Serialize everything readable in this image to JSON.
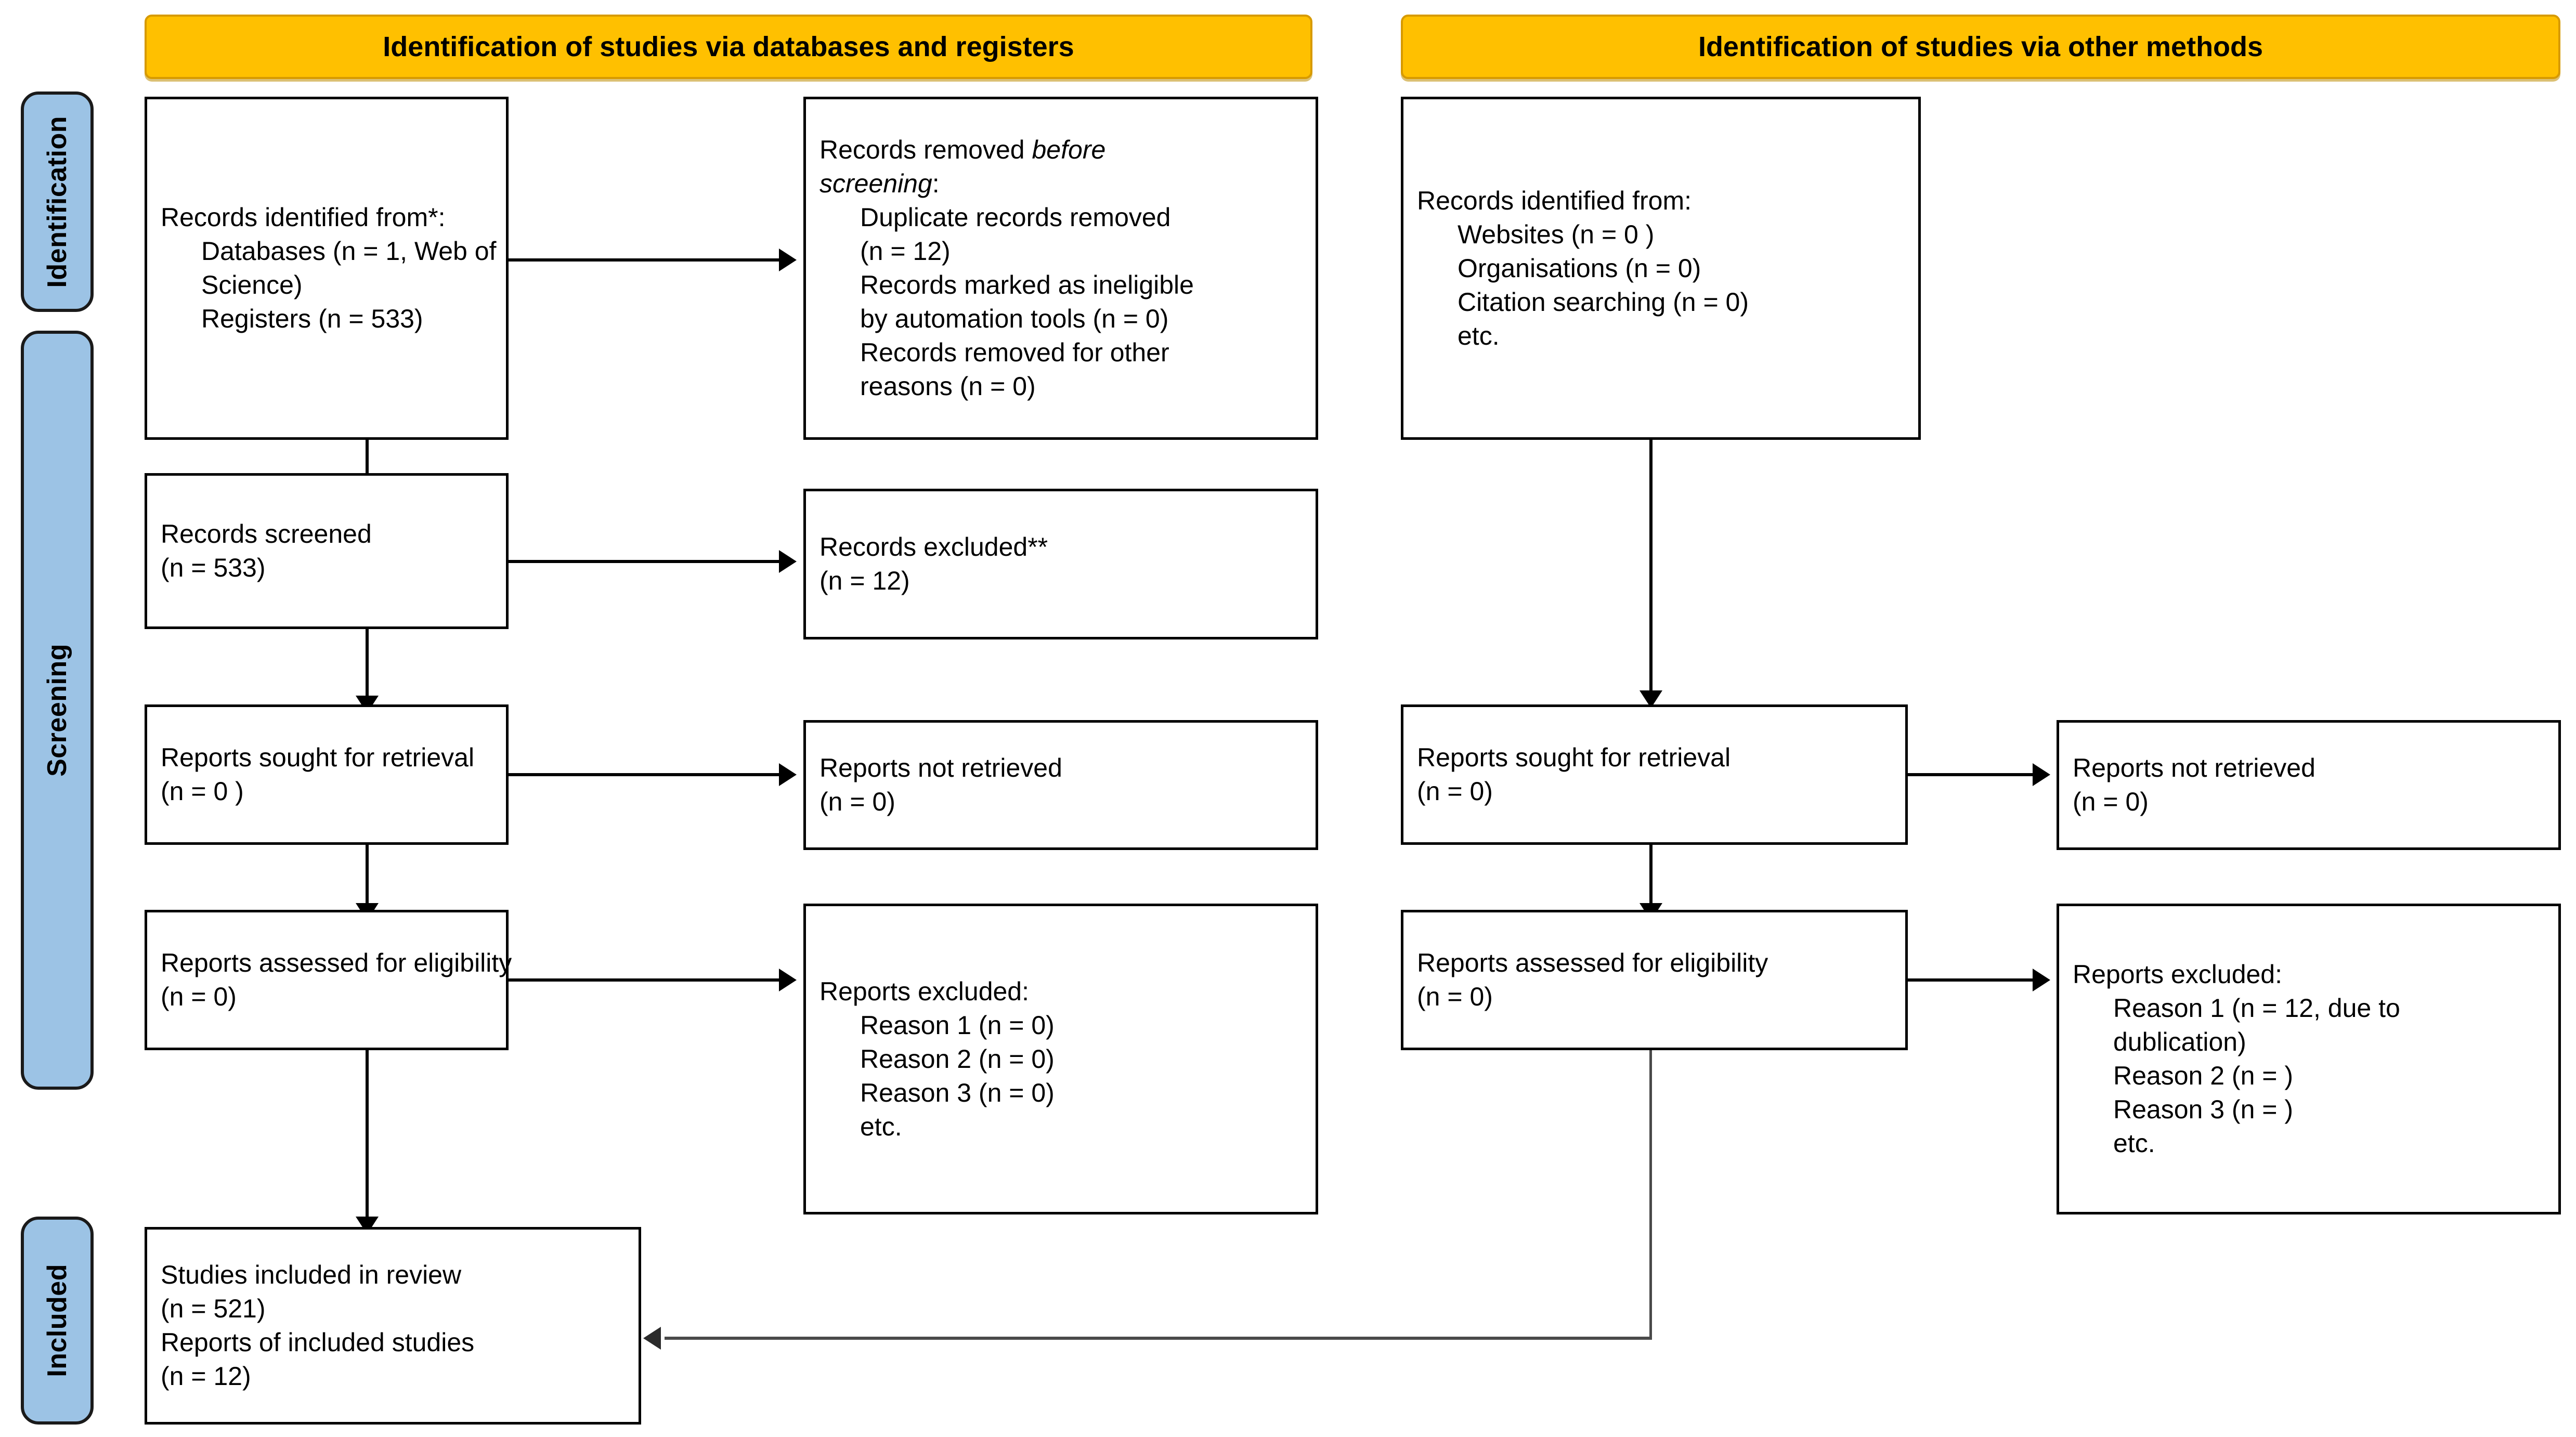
{
  "diagram": {
    "title": "PRISMA 2020 flow diagram",
    "accent_orange": "#FFC000",
    "accent_blue": "#9CC3E5",
    "line_color": "#000000"
  },
  "phases": [
    {
      "label": "Identification"
    },
    {
      "label": "Screening"
    },
    {
      "label": "Included"
    }
  ],
  "headers": {
    "databases": "Identification of studies via databases and registers",
    "other": "Identification of studies via other methods"
  },
  "boxes": {
    "records_identified": {
      "lines": [
        {
          "text": "Records identified from*:",
          "indent": false
        },
        {
          "text": "Databases (n = 1, Web of",
          "indent": true
        },
        {
          "text": "Science)",
          "indent": true
        },
        {
          "text": "Registers (n = 533)",
          "indent": true
        }
      ]
    },
    "records_removed": {
      "lines": [
        {
          "text": "Records removed ",
          "italic_tail": "before",
          "indent": false
        },
        {
          "text": "",
          "italic_lead": "screening",
          "tail": ":",
          "indent": false
        },
        {
          "text": "Duplicate records removed",
          "indent": true
        },
        {
          "text": "(n = 12)",
          "indent": true
        },
        {
          "text": "Records marked as ineligible",
          "indent": true
        },
        {
          "text": "by automation tools (n = 0)",
          "indent": true
        },
        {
          "text": "Records removed for other",
          "indent": true
        },
        {
          "text": "reasons (n = 0)",
          "indent": true
        }
      ]
    },
    "records_screened": {
      "lines": [
        {
          "text": "Records screened",
          "indent": false
        },
        {
          "text": "(n = 533)",
          "indent": false
        }
      ]
    },
    "records_excluded": {
      "lines": [
        {
          "text": "Records excluded**",
          "indent": false
        },
        {
          "text": "(n = 12)",
          "indent": false
        }
      ]
    },
    "reports_sought_left": {
      "lines": [
        {
          "text": "Reports sought for retrieval",
          "indent": false
        },
        {
          "text": "(n = 0 )",
          "indent": false
        }
      ]
    },
    "reports_not_retrieved_left": {
      "lines": [
        {
          "text": "Reports not retrieved",
          "indent": false
        },
        {
          "text": "(n = 0)",
          "indent": false
        }
      ]
    },
    "reports_assessed_left": {
      "lines": [
        {
          "text": "Reports assessed for eligibility",
          "indent": false
        },
        {
          "text": "(n = 0)",
          "indent": false
        }
      ]
    },
    "reports_excluded_left": {
      "lines": [
        {
          "text": "Reports excluded:",
          "indent": false
        },
        {
          "text": "Reason 1 (n = 0)",
          "indent": true
        },
        {
          "text": "Reason 2 (n = 0)",
          "indent": true
        },
        {
          "text": "Reason 3 (n = 0)",
          "indent": true
        },
        {
          "text": "etc.",
          "indent": true
        }
      ]
    },
    "records_identified_other": {
      "lines": [
        {
          "text": "Records identified from:",
          "indent": false
        },
        {
          "text": "Websites (n = 0 )",
          "indent": true
        },
        {
          "text": "Organisations (n = 0)",
          "indent": true
        },
        {
          "text": "Citation searching (n = 0)",
          "indent": true
        },
        {
          "text": "etc.",
          "indent": true
        }
      ]
    },
    "reports_sought_right": {
      "lines": [
        {
          "text": "Reports sought for retrieval",
          "indent": false
        },
        {
          "text": "(n = 0)",
          "indent": false
        }
      ]
    },
    "reports_not_retrieved_right": {
      "lines": [
        {
          "text": "Reports not retrieved",
          "indent": false
        },
        {
          "text": "(n = 0)",
          "indent": false
        }
      ]
    },
    "reports_assessed_right": {
      "lines": [
        {
          "text": "Reports assessed for eligibility",
          "indent": false
        },
        {
          "text": "(n = 0)",
          "indent": false
        }
      ]
    },
    "reports_excluded_right": {
      "lines": [
        {
          "text": "Reports excluded:",
          "indent": false
        },
        {
          "text": "Reason 1 (n = 12, due to",
          "indent": true
        },
        {
          "text": "dublication)",
          "indent": true
        },
        {
          "text": "Reason 2 (n = )",
          "indent": true
        },
        {
          "text": "Reason 3 (n = )",
          "indent": true
        },
        {
          "text": "etc.",
          "indent": true
        }
      ]
    },
    "studies_included": {
      "lines": [
        {
          "text": "Studies included in review",
          "indent": false
        },
        {
          "text": "(n = 521)",
          "indent": false
        },
        {
          "text": "Reports of included studies",
          "indent": false
        },
        {
          "text": "(n = 12)",
          "indent": false
        }
      ]
    }
  }
}
